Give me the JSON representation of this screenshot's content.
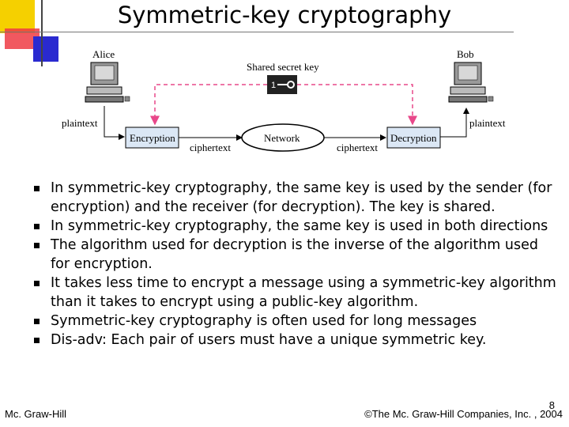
{
  "slide": {
    "title": "Symmetric-key cryptography"
  },
  "diagram": {
    "alice": "Alice",
    "bob": "Bob",
    "shared_key": "Shared secret key",
    "plaintext_left": "plaintext",
    "plaintext_right": "plaintext",
    "encryption": "Encryption",
    "decryption": "Decryption",
    "network": "Network",
    "ciphertext_left": "ciphertext",
    "ciphertext_right": "ciphertext",
    "key_digit": "1"
  },
  "bullets": [
    "In symmetric-key cryptography, the same key is used by the sender (for encryption) and the receiver (for decryption). The key is shared.",
    "In symmetric-key cryptography, the same key is used in both directions",
    "The algorithm used for decryption is the inverse of the algorithm used for encryption.",
    "It takes less time to encrypt a message using a symmetric-key algorithm than it takes to encrypt using a public-key algorithm.",
    "Symmetric-key cryptography is often used for long messages",
    "Dis-adv: Each pair of users must have a unique symmetric key."
  ],
  "footer": {
    "left": "Mc. Graw-Hill",
    "right": "©The Mc. Graw-Hill Companies, Inc. , 2004",
    "page": "8"
  },
  "colors": {
    "deco_yellow": "#f5d000",
    "deco_red": "#e8343b",
    "deco_blue": "#2a2ad0",
    "dashed_key_line": "#e8488a",
    "box_fill": "#dbe7f5"
  }
}
